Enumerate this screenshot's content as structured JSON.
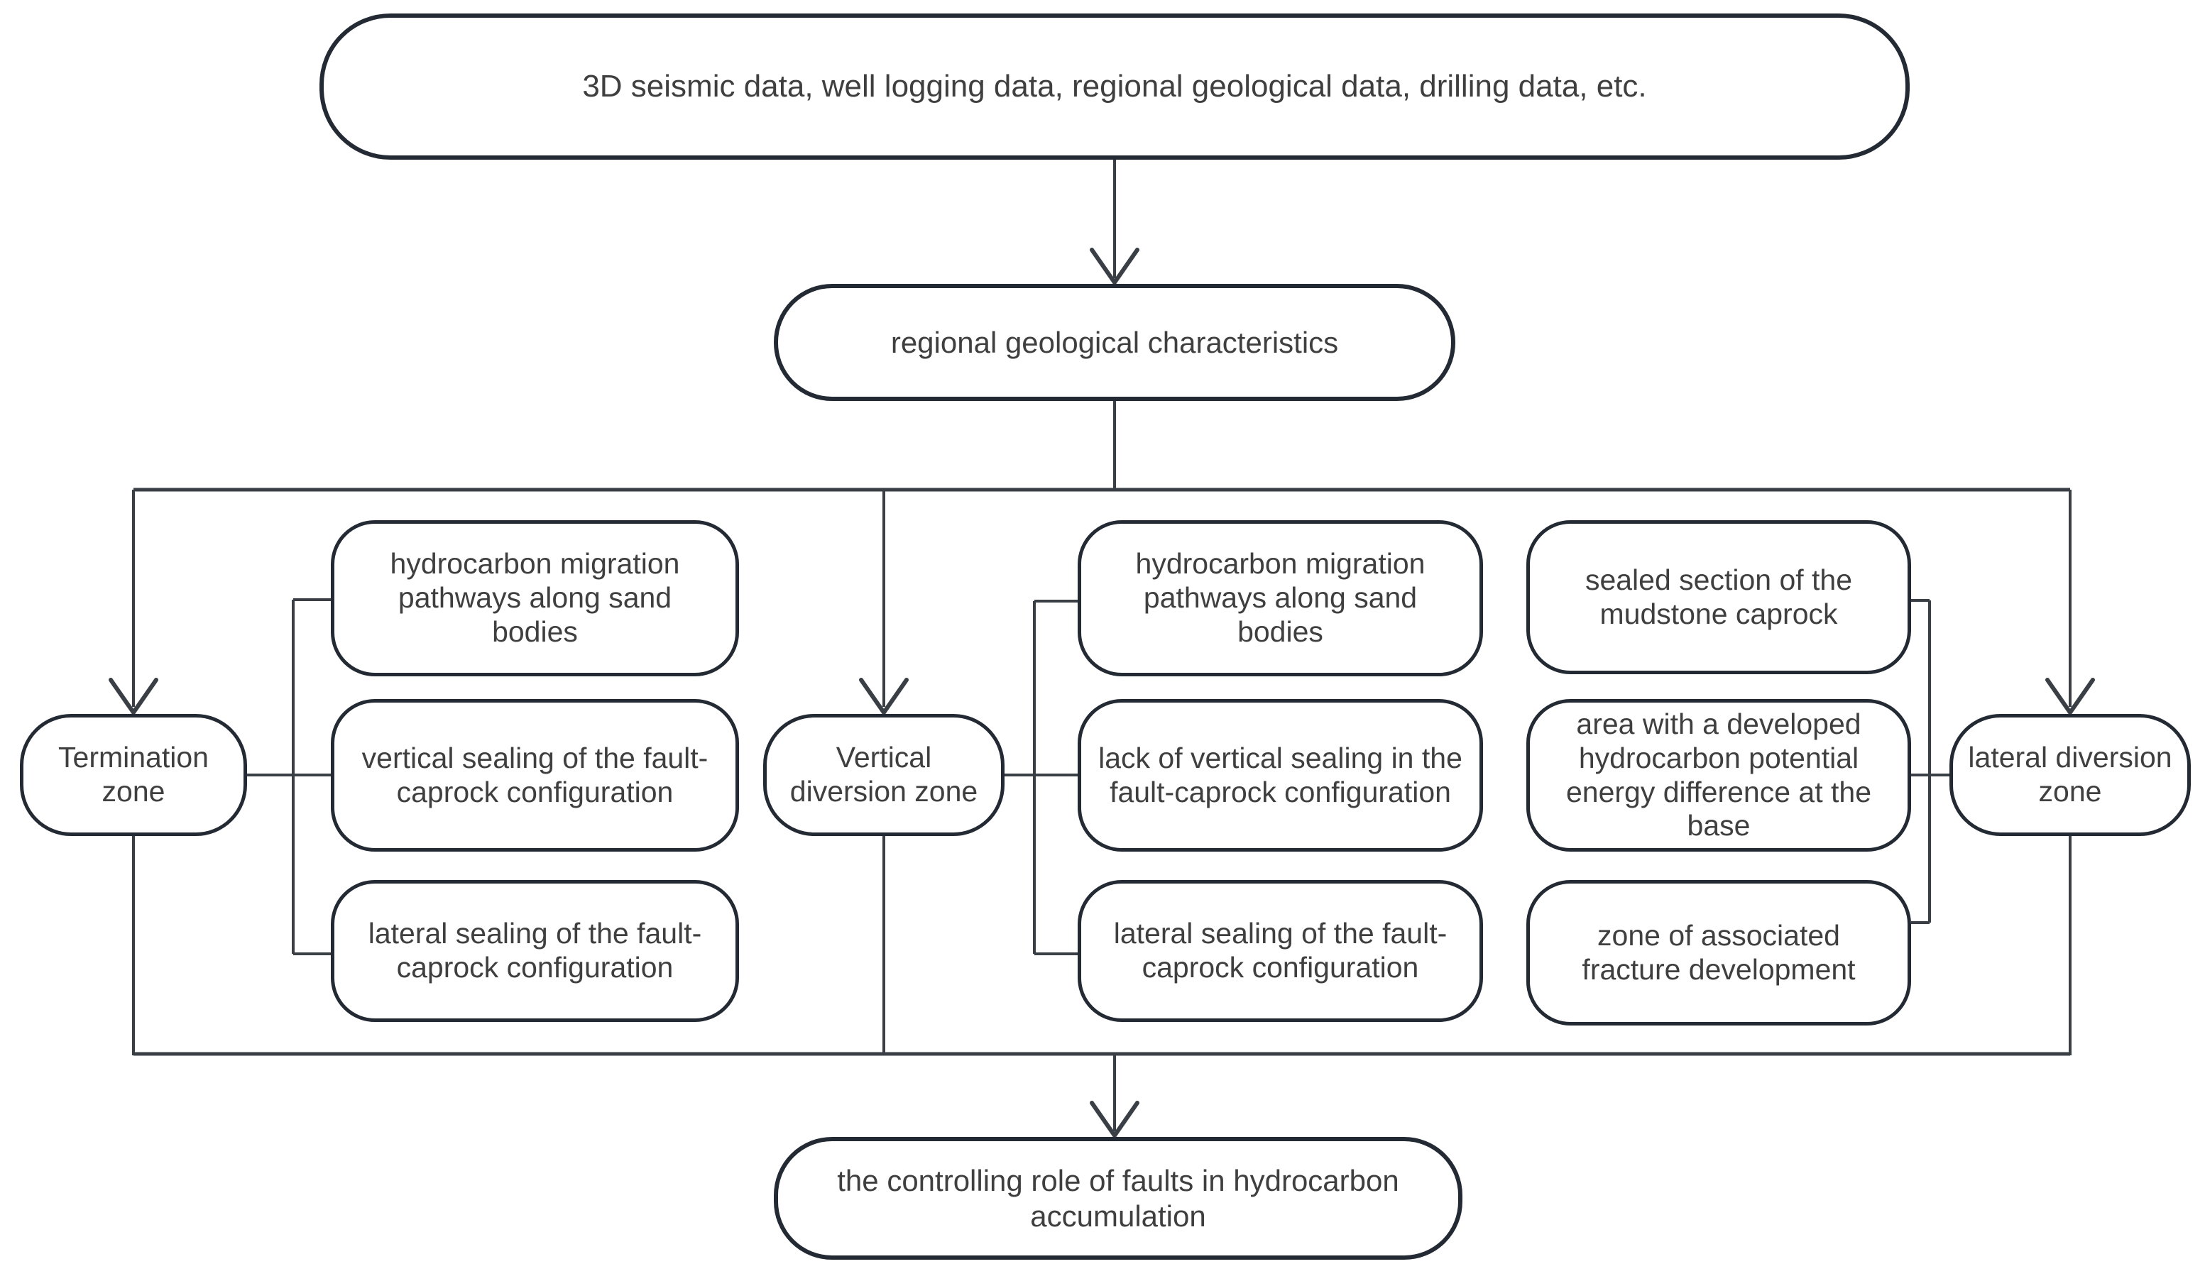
{
  "nodes": {
    "source": "3D seismic data, well logging data, regional geological data, drilling data, etc.",
    "regional": "regional geological characteristics",
    "zones": [
      {
        "label": "Termination zone"
      },
      {
        "label": "Vertical diversion zone"
      },
      {
        "label": "lateral diversion zone"
      }
    ],
    "termination_factors": [
      "hydrocarbon migration pathways along sand bodies",
      "vertical sealing of the fault-caprock configuration",
      "lateral sealing of the fault-caprock configuration"
    ],
    "vertical_factors": [
      "hydrocarbon migration pathways along sand bodies",
      "lack of vertical sealing in the fault-caprock configuration",
      "lateral sealing of the fault-caprock configuration"
    ],
    "lateral_factors": [
      "sealed section of the mudstone caprock",
      "area with a developed hydrocarbon potential energy difference at the base",
      "zone of associated fracture development"
    ],
    "result": "the controlling role of faults in hydrocarbon accumulation"
  },
  "colors": {
    "line": "#3a3f45",
    "box_border": "#232a33",
    "text": "#3f3f3f",
    "background": "#ffffff"
  }
}
